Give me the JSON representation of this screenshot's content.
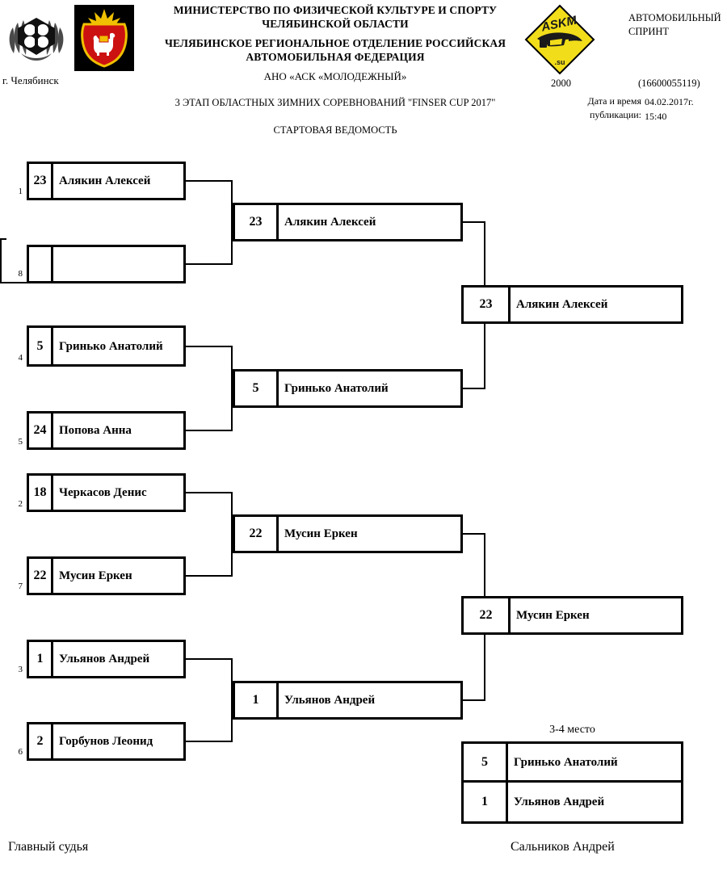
{
  "header": {
    "city": "г. Челябинск",
    "ministry_line1": "МИНИСТЕРСТВО ПО ФИЗИЧЕСКОЙ КУЛЬТУРЕ И СПОРТУ",
    "ministry_line2": "ЧЕЛЯБИНСКОЙ ОБЛАСТИ",
    "federation_line1": "ЧЕЛЯБИНСКОЕ РЕГИОНАЛЬНОЕ ОТДЕЛЕНИЕ РОССИЙСКАЯ",
    "federation_line2": "АВТОМОБИЛЬНАЯ ФЕДЕРАЦИЯ",
    "organization": "АНО «АСК «МОЛОДЕЖНЫЙ»",
    "event_title": "3 ЭТАП ОБЛАСТНЫХ ЗИМНИХ СОРЕВНОВАНИЙ  \"FINSER CUP 2017\"",
    "document_type": "СТАРТОВАЯ ВЕДОМОСТЬ",
    "discipline_line1": "АВТОМОБИЛЬНЫЙ",
    "discipline_line2": "СПРИНТ",
    "code_number": "2000",
    "code_registry": "(16600055119)",
    "publication_label_line1": "Дата и время",
    "publication_label_line2": "публикации:",
    "publication_date": "04.02.2017г.",
    "publication_time": "15:40",
    "askm_logo_text": "ASKM",
    "askm_logo_subtext": ".su"
  },
  "bracket": {
    "round1": [
      {
        "seed": "1",
        "number": "23",
        "name": "Алякин Алексей"
      },
      {
        "seed": "8",
        "number": "",
        "name": ""
      },
      {
        "seed": "4",
        "number": "5",
        "name": "Гринько Анатолий"
      },
      {
        "seed": "5",
        "number": "24",
        "name": "Попова Анна"
      },
      {
        "seed": "2",
        "number": "18",
        "name": "Черкасов Денис"
      },
      {
        "seed": "7",
        "number": "22",
        "name": "Мусин Еркен"
      },
      {
        "seed": "3",
        "number": "1",
        "name": "Ульянов Андрей"
      },
      {
        "seed": "6",
        "number": "2",
        "name": "Горбунов Леонид"
      }
    ],
    "round2": [
      {
        "number": "23",
        "name": "Алякин Алексей"
      },
      {
        "number": "5",
        "name": "Гринько Анатолий"
      },
      {
        "number": "22",
        "name": "Мусин Еркен"
      },
      {
        "number": "1",
        "name": "Ульянов Андрей"
      }
    ],
    "round3": [
      {
        "number": "23",
        "name": "Алякин Алексей"
      },
      {
        "number": "22",
        "name": "Мусин Еркен"
      }
    ],
    "place34": {
      "title": "3-4 место",
      "rows": [
        {
          "number": "5",
          "name": "Гринько Анатолий"
        },
        {
          "number": "1",
          "name": "Ульянов Андрей"
        }
      ]
    }
  },
  "footer": {
    "role": "Главный судья",
    "official_name": "Сальников Андрей"
  },
  "colors": {
    "line": "#000000",
    "background": "#ffffff",
    "logo_yellow": "#f2dd1a",
    "logo_red": "#cc1111"
  }
}
